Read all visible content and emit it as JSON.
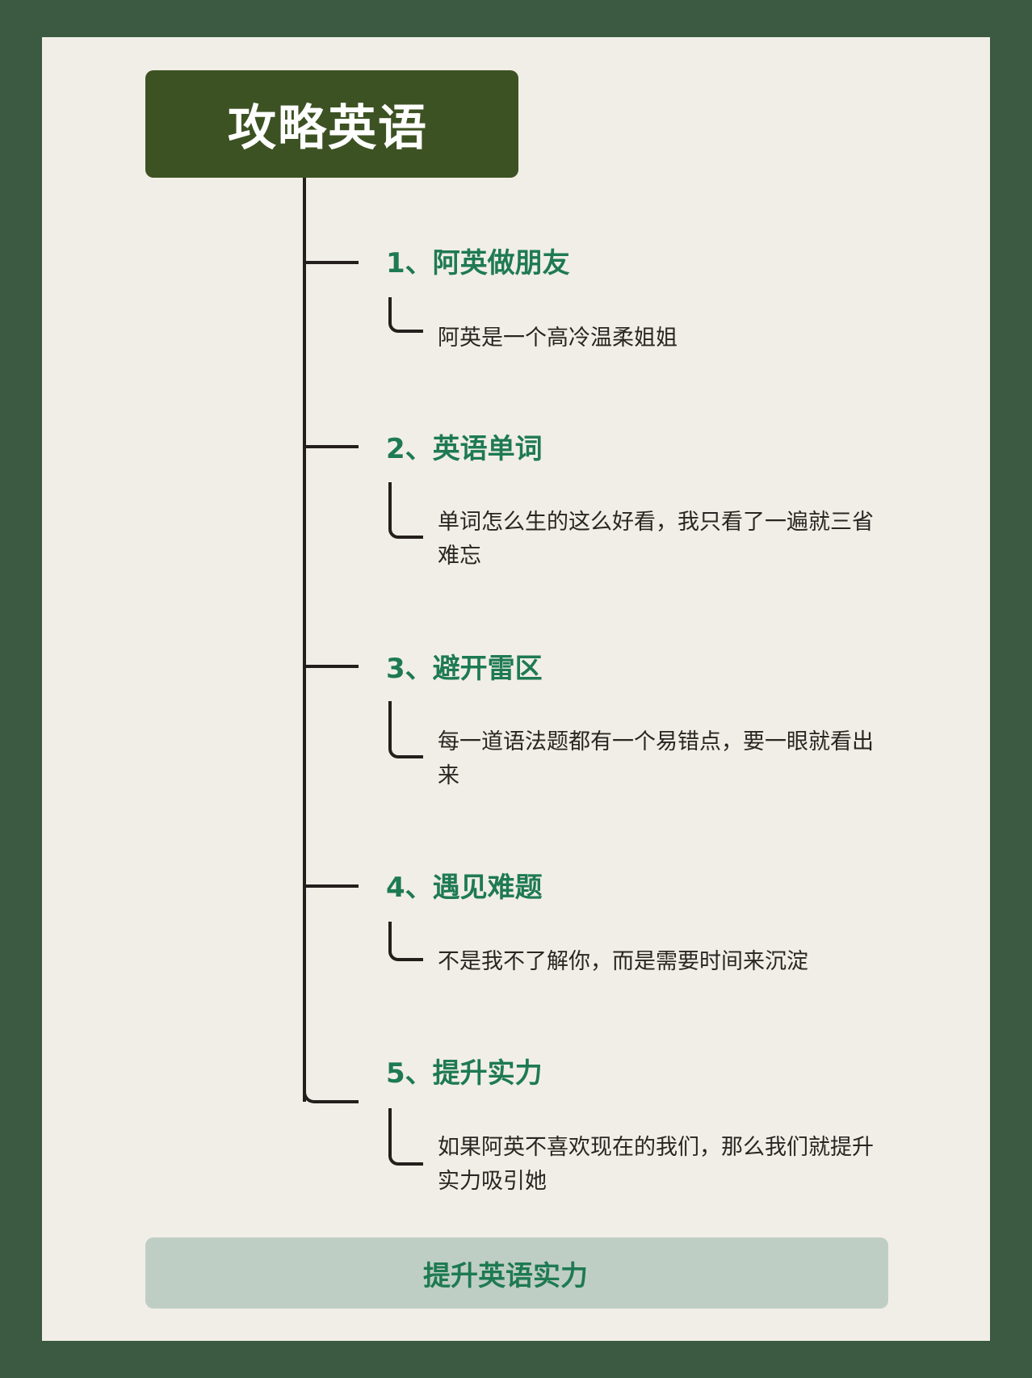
{
  "title": "攻略英语",
  "items": [
    {
      "heading": "1、阿英做朋友",
      "description": "阿英是一个高冷温柔姐姐"
    },
    {
      "heading": "2、英语单词",
      "description": "单词怎么生的这么好看，我只看了一遍就三省难忘"
    },
    {
      "heading": "3、避开雷区",
      "description": "每一道语法题都有一个易错点，要一眼就看出来"
    },
    {
      "heading": "4、遇见难题",
      "description": "不是我不了解你，而是需要时间来沉淀"
    },
    {
      "heading": "5、提升实力",
      "description": "如果阿英不喜欢现在的我们，那么我们就提升实力吸引她"
    }
  ],
  "footer": "提升英语实力",
  "colors": {
    "outer_background": "#3b5a41",
    "card_background": "#f1eee7",
    "title_background": "#3d5223",
    "heading_text": "#1e7a52",
    "footer_background": "#bfcec4",
    "connector": "#241f1c"
  }
}
